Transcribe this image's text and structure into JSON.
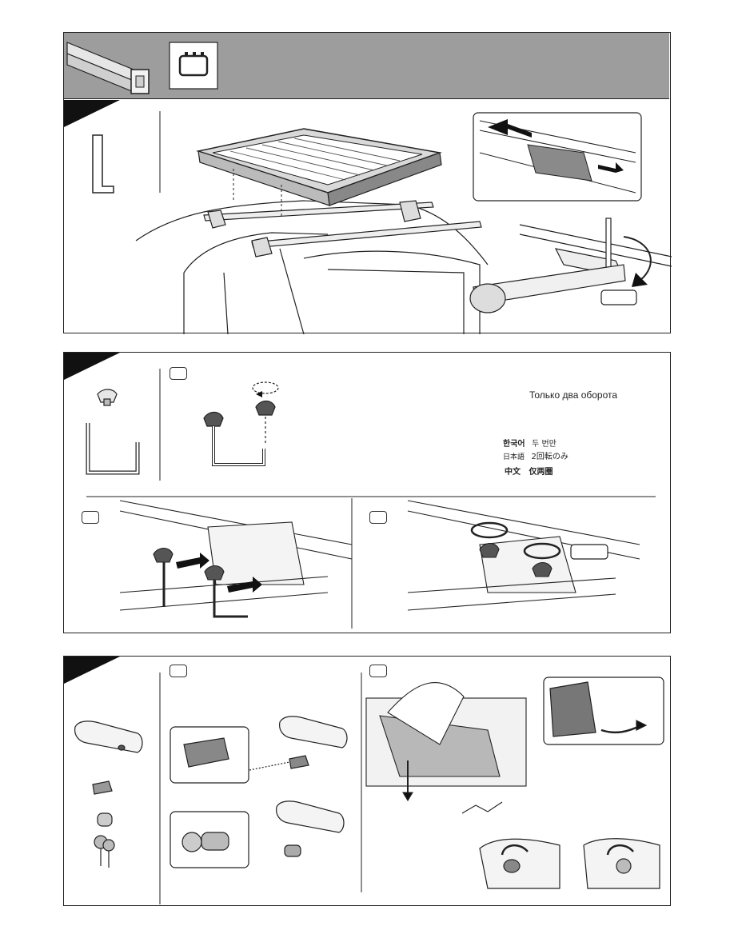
{
  "step2": {
    "russian_note": "Только два оборота",
    "languages": [
      {
        "name": "한국어",
        "text": "두 번만"
      },
      {
        "name": "日本語",
        "text": "2回転のみ"
      },
      {
        "name": "中文",
        "text": "仅两圈"
      }
    ]
  }
}
